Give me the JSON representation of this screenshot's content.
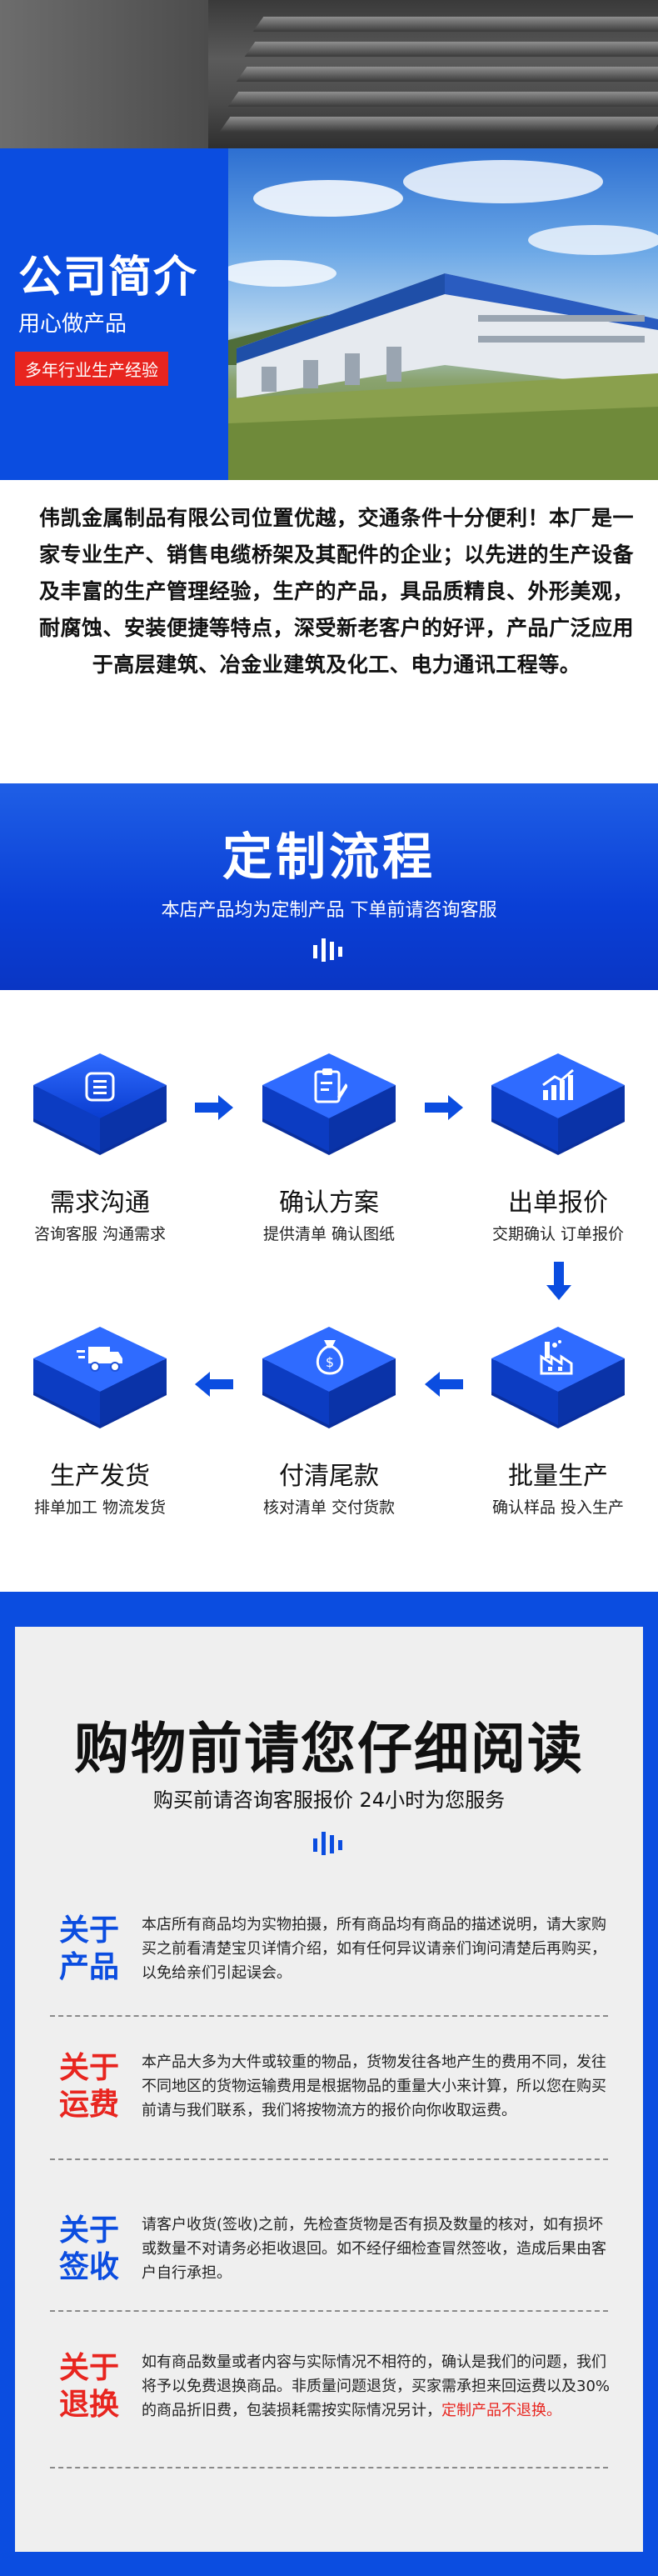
{
  "intro": {
    "title": "公司简介",
    "subtitle": "用心做产品",
    "badge": "多年行业生产经验",
    "body": "伟凯金属制品有限公司位置优越，交通条件十分便利！本厂是一家专业生产、销售电缆桥架及其配件的企业；以先进的生产设备及丰富的生产管理经验，生产的产品，具品质精良、外形美观，耐腐蚀、安装便捷等特点，深受新老客户的好评，产品广泛应用于高层建筑、冶金业建筑及化工、电力通讯工程等。"
  },
  "process": {
    "title": "定制流程",
    "subtitle": "本店产品均为定制产品 下单前请咨询客服",
    "steps": [
      {
        "title": "需求沟通",
        "desc": "咨询客服 沟通需求",
        "icon": "document-list-icon"
      },
      {
        "title": "确认方案",
        "desc": "提供清单 确认图纸",
        "icon": "clipboard-pen-icon"
      },
      {
        "title": "出单报价",
        "desc": "交期确认 订单报价",
        "icon": "growth-chart-icon"
      },
      {
        "title": "批量生产",
        "desc": "确认样品 投入生产",
        "icon": "factory-icon"
      },
      {
        "title": "付清尾款",
        "desc": "核对清单 交付货款",
        "icon": "money-bag-icon"
      },
      {
        "title": "生产发货",
        "desc": "排单加工 物流发货",
        "icon": "delivery-truck-icon"
      }
    ]
  },
  "notice": {
    "title": "购物前请您仔细阅读",
    "subtitle": "购买前请咨询客服报价 24小时为您服务",
    "items": [
      {
        "label1": "关于",
        "label2": "产品",
        "color": "#0b4de0",
        "text": "本店所有商品均为实物拍摄，所有商品均有商品的描述说明，请大家购买之前看清楚宝贝详情介绍，如有任何异议请亲们询问清楚后再购买，以免给亲们引起误会。"
      },
      {
        "label1": "关于",
        "label2": "运费",
        "color": "#e8251f",
        "text": "本产品大多为大件或较重的物品，货物发往各地产生的费用不同，发往不同地区的货物运输费用是根据物品的重量大小来计算，所以您在购买前请与我们联系，我们将按物流方的报价向你收取运费。"
      },
      {
        "label1": "关于",
        "label2": "签收",
        "color": "#0b4de0",
        "text": "请客户收货(签收)之前，先检查货物是否有损及数量的核对，如有损坏或数量不对请务必拒收退回。如不经仔细检查冒然签收，造成后果由客户自行承担。"
      },
      {
        "label1": "关于",
        "label2": "退换",
        "color": "#e8251f",
        "text": "如有商品数量或者内容与实际情况不相符的，确认是我们的问题，我们将予以免费退换商品。非质量问题退货，买家需承担来回运费以及30%的商品折旧费，包装损耗需按实际情况另计，",
        "highlight": "定制产品不退换。"
      }
    ]
  },
  "colors": {
    "brand_blue": "#0b4de0",
    "accent_red": "#e8251f"
  }
}
